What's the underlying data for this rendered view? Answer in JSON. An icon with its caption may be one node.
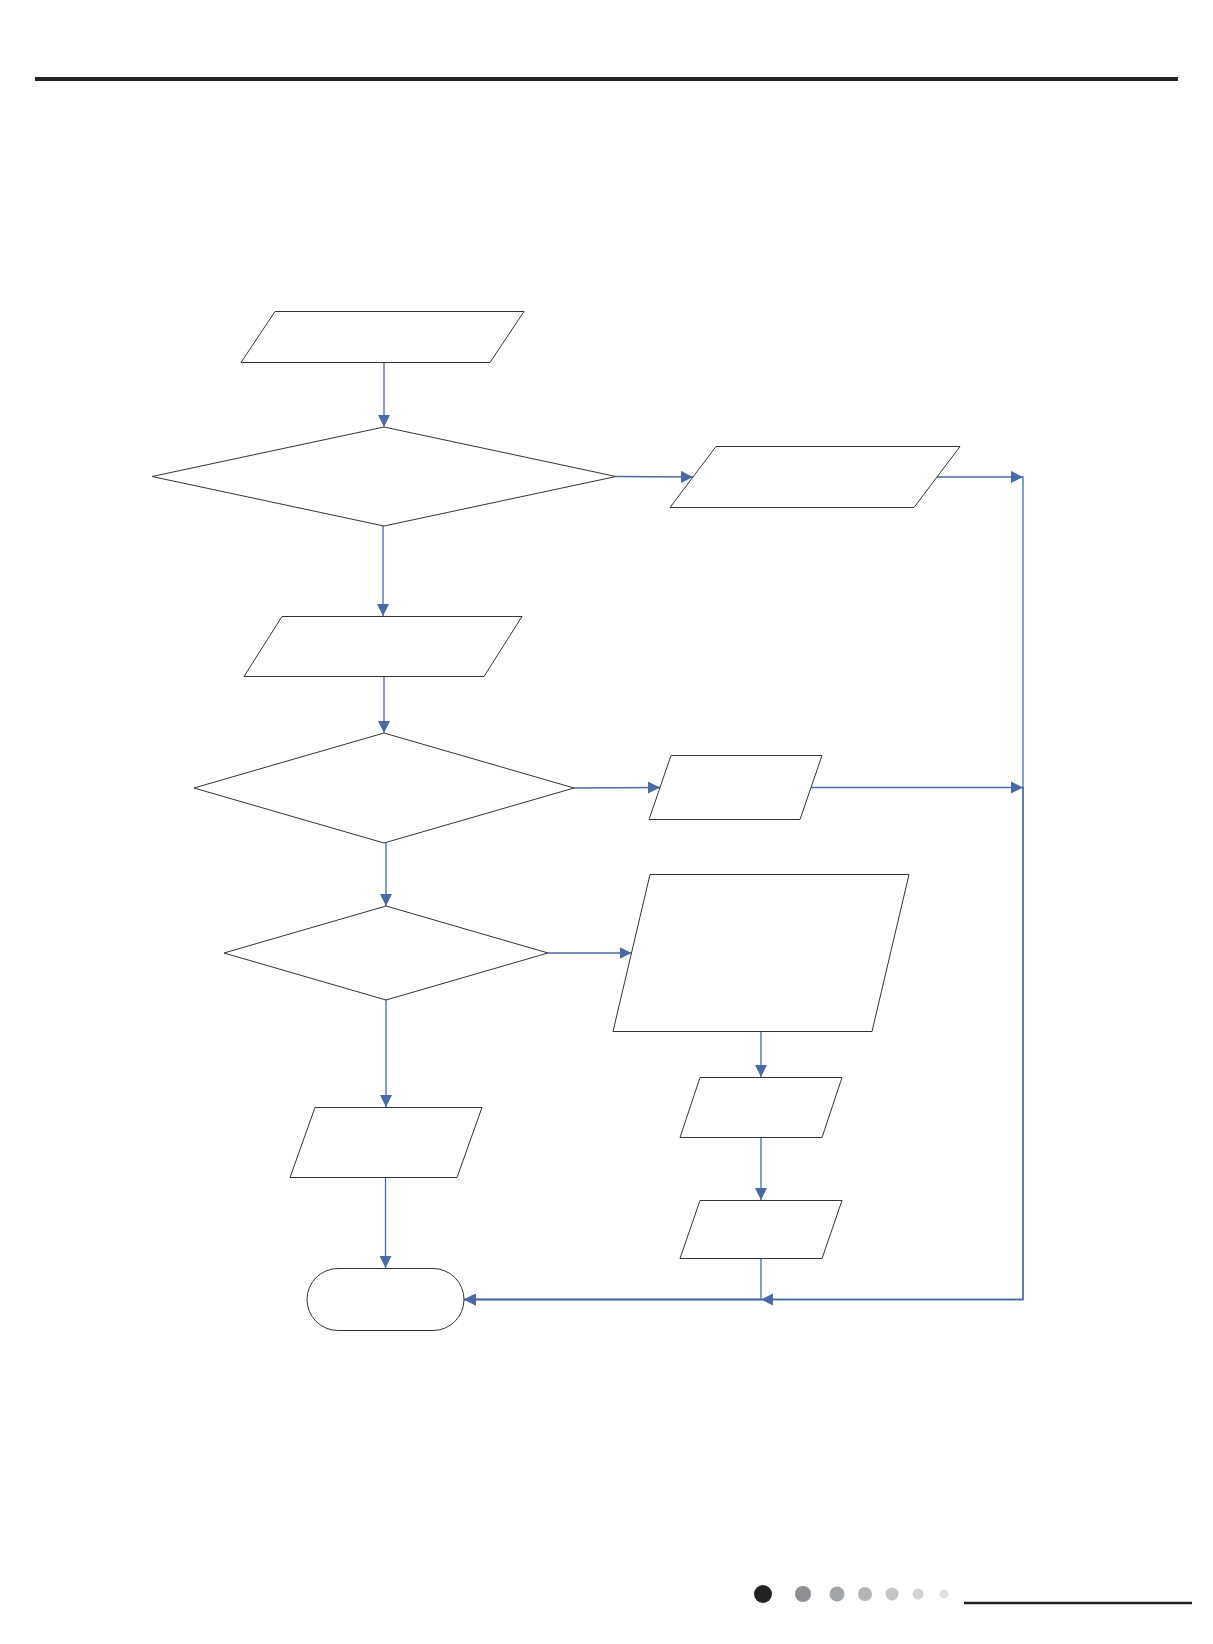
{
  "diagram": {
    "nodes": [
      {
        "text": [],
        "shape": "parallelogram"
      },
      {
        "text": [],
        "shape": "diamond"
      },
      {
        "text": [],
        "shape": "parallelogram"
      },
      {
        "text": [],
        "shape": "parallelogram"
      },
      {
        "text": [],
        "shape": "diamond"
      },
      {
        "text": [],
        "shape": "parallelogram"
      },
      {
        "text": [],
        "shape": "diamond"
      },
      {
        "text": [],
        "shape": "parallelogram"
      },
      {
        "text": [],
        "shape": "parallelogram"
      },
      {
        "text": [],
        "shape": "parallelogram"
      },
      {
        "text": [],
        "shape": "parallelogram"
      },
      {
        "text": [],
        "shape": "box"
      }
    ],
    "edges": [
      {
        "from": 0,
        "to": 1,
        "arrow": "to"
      },
      {
        "from": 1,
        "to": 2,
        "arrow": "to"
      },
      {
        "from": 1,
        "to": 3,
        "arrow": "to"
      },
      {
        "from": 2,
        "to": 11,
        "arrow": "to"
      },
      {
        "from": 3,
        "to": 4,
        "arrow": "to"
      },
      {
        "from": 4,
        "to": 5,
        "arrow": "to"
      },
      {
        "from": 4,
        "to": 6,
        "arrow": "to"
      },
      {
        "from": 5,
        "to": 11,
        "arrow": "to"
      },
      {
        "from": 6,
        "to": 7,
        "arrow": "to"
      },
      {
        "from": 6,
        "to": 8,
        "arrow": "to"
      },
      {
        "from": 7,
        "to": 9,
        "arrow": "to"
      },
      {
        "from": 8,
        "to": 11,
        "arrow": "to"
      },
      {
        "from": 9,
        "to": 10,
        "arrow": "to"
      },
      {
        "from": 10,
        "to": 11,
        "arrow": "to"
      }
    ]
  }
}
